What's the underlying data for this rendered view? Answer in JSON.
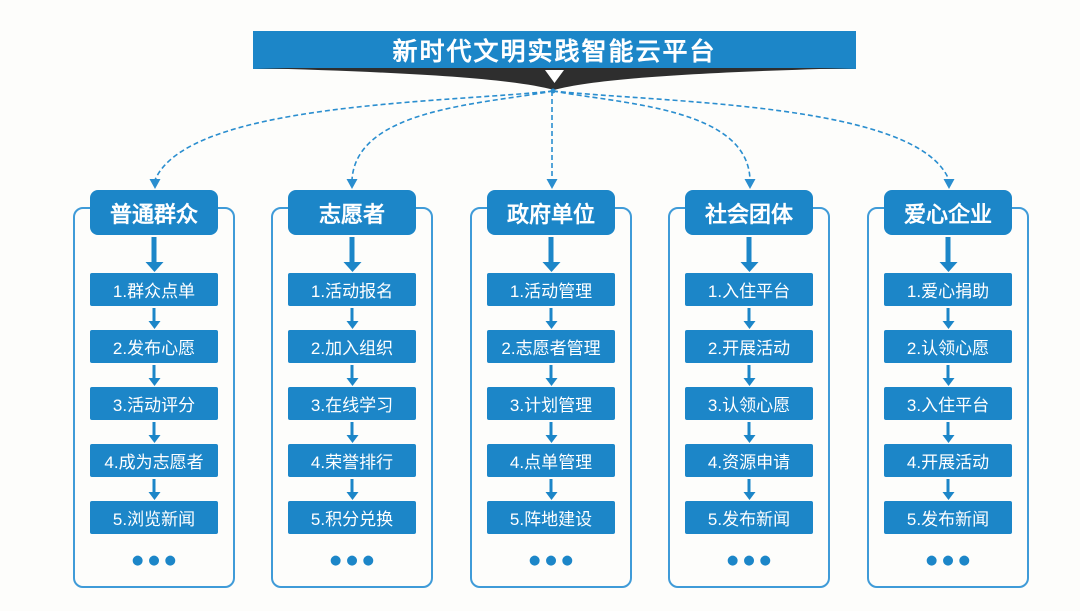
{
  "title": "新时代文明实践智能云平台",
  "ellipsis": "●●●",
  "colors": {
    "primary": "#1c86c8",
    "panel_border": "#3f9bd8",
    "ribbon": "#2e2e2e",
    "connector": "#2a8ecf",
    "background": "#fdfdfb",
    "text_on_primary": "#ffffff"
  },
  "columns": [
    {
      "header": "普通群众",
      "steps": [
        "1.群众点单",
        "2.发布心愿",
        "3.活动评分",
        "4.成为志愿者",
        "5.浏览新闻"
      ]
    },
    {
      "header": "志愿者",
      "steps": [
        "1.活动报名",
        "2.加入组织",
        "3.在线学习",
        "4.荣誉排行",
        "5.积分兑换"
      ]
    },
    {
      "header": "政府单位",
      "steps": [
        "1.活动管理",
        "2.志愿者管理",
        "3.计划管理",
        "4.点单管理",
        "5.阵地建设"
      ]
    },
    {
      "header": "社会团体",
      "steps": [
        "1.入住平台",
        "2.开展活动",
        "3.认领心愿",
        "4.资源申请",
        "5.发布新闻"
      ]
    },
    {
      "header": "爱心企业",
      "steps": [
        "1.爱心捐助",
        "2.认领心愿",
        "3.入住平台",
        "4.开展活动",
        "5.发布新闻"
      ]
    }
  ]
}
